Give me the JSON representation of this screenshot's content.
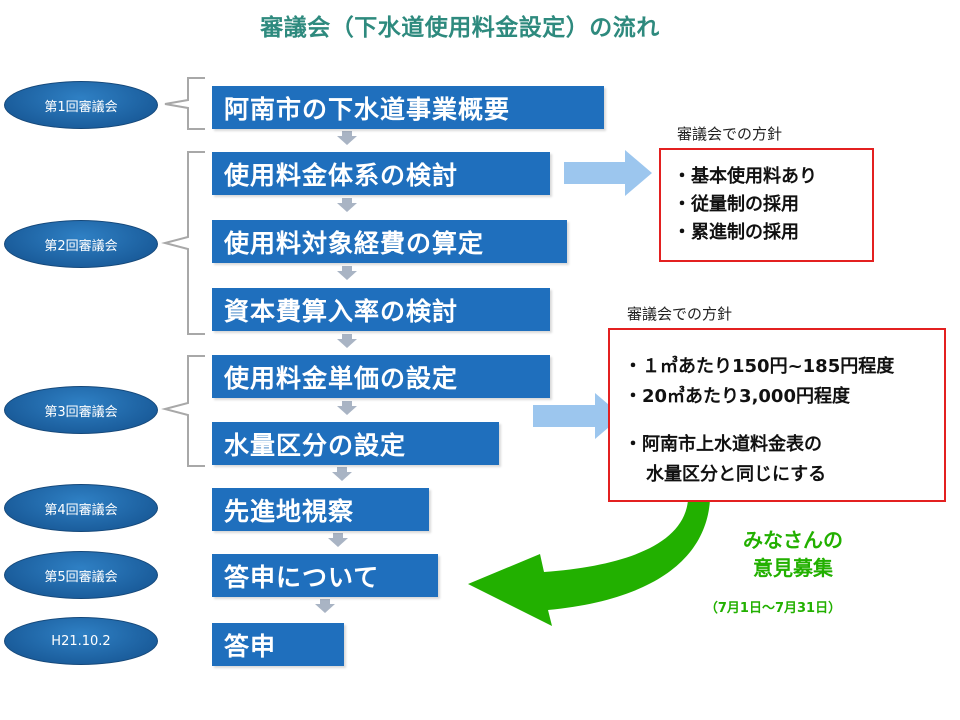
{
  "title": "審議会（下水道使用料金設定）の流れ",
  "meetings": [
    {
      "label": "第1回審議会"
    },
    {
      "label": "第2回審議会"
    },
    {
      "label": "第3回審議会"
    },
    {
      "label": "第4回審議会"
    },
    {
      "label": "第5回審議会"
    },
    {
      "label": "H21.10.2"
    }
  ],
  "steps": [
    {
      "label": "阿南市の下水道事業概要"
    },
    {
      "label": "使用料金体系の検討"
    },
    {
      "label": "使用料対象経費の算定"
    },
    {
      "label": "資本費算入率の検討"
    },
    {
      "label": "使用料金単価の設定"
    },
    {
      "label": "水量区分の設定"
    },
    {
      "label": "先進地視察"
    },
    {
      "label": "答申について"
    },
    {
      "label": "答申"
    }
  ],
  "policy1": {
    "label": "審議会での方針",
    "items": [
      "・基本使用料あり",
      "・従量制の採用",
      "・累進制の採用"
    ]
  },
  "policy2": {
    "label": "審議会での方針",
    "items": [
      "・１㎥あたり150円~185円程度",
      "・20㎥あたり3,000円程度",
      "・阿南市上水道料金表の",
      "水量区分と同じにする"
    ]
  },
  "opinion": {
    "line1": "みなさんの",
    "line2": "意見募集",
    "period": "（7月1日～7月31日）"
  },
  "colors": {
    "step_fill": "#1f6fbd",
    "oval_fill": "#1b5e9d",
    "policy_border": "#e32020",
    "opinion_green": "#22b000",
    "light_arrow": "#9cc6ee",
    "bracket": "#a8a8a8",
    "title": "#2e8a7e"
  }
}
